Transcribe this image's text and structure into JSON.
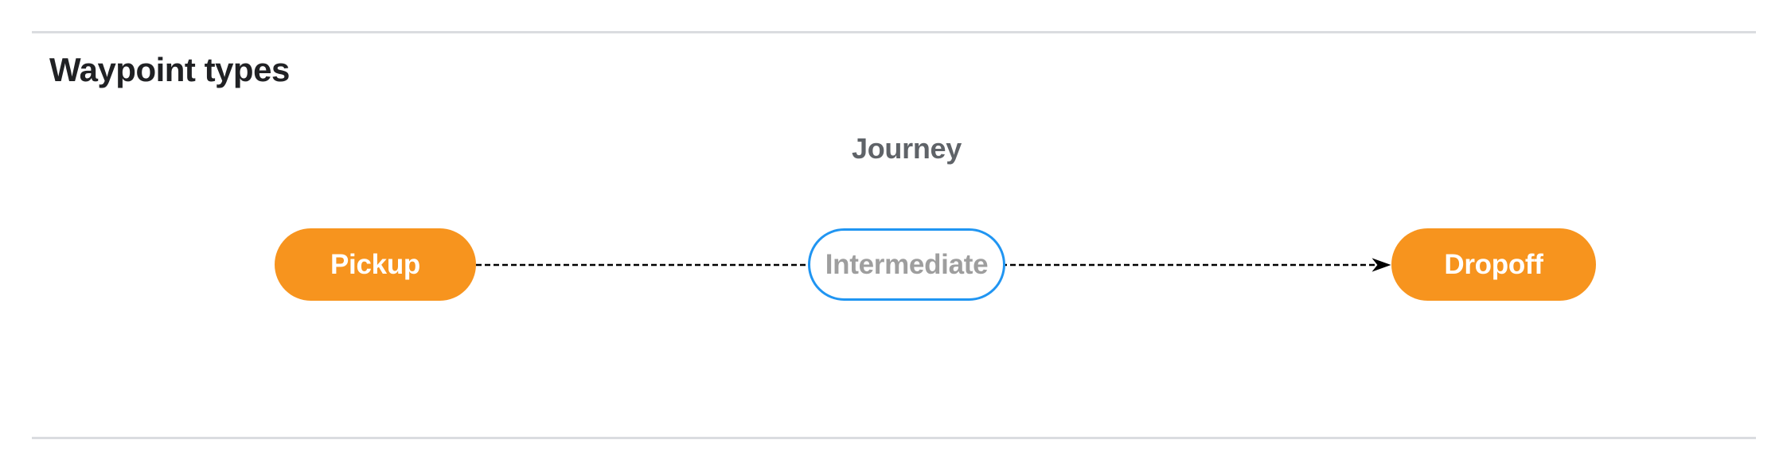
{
  "section": {
    "title": "Waypoint types"
  },
  "diagram": {
    "title": "Journey",
    "nodes": [
      {
        "id": "pickup",
        "label": "Pickup",
        "style": "endpoint"
      },
      {
        "id": "intermediate",
        "label": "Intermediate",
        "style": "via"
      },
      {
        "id": "dropoff",
        "label": "Dropoff",
        "style": "endpoint"
      }
    ],
    "edge": {
      "from": "Pickup",
      "to": "Dropoff",
      "line_style": "dashed",
      "arrow_at": "end"
    }
  },
  "colors": {
    "background": "#FFFFFF",
    "divider": "#DADCE0",
    "section-title-text": "#202124",
    "diagram-title-text": "#5F6368",
    "endpoint-fill": "#F7941E",
    "endpoint-text": "#FFFFFF",
    "via-border": "#2095F2",
    "via-text": "#9E9E9E",
    "edge-stroke": "#000000"
  }
}
